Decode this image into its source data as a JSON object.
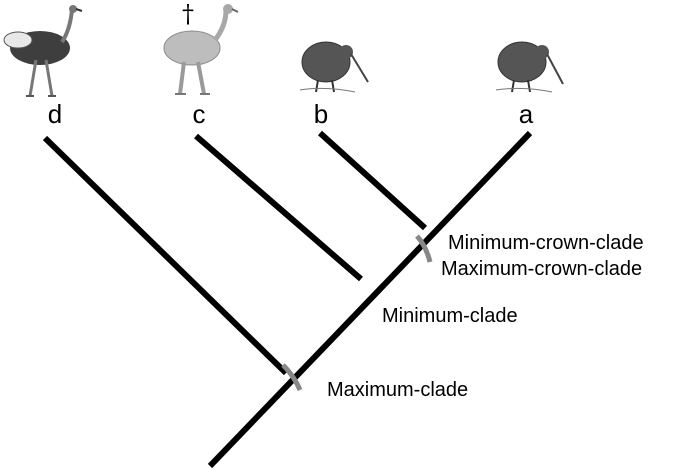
{
  "taxa": [
    {
      "id": "d",
      "label": "d",
      "animal": "ostrich",
      "extinct": false
    },
    {
      "id": "c",
      "label": "c",
      "animal": "moa",
      "extinct": true
    },
    {
      "id": "b",
      "label": "b",
      "animal": "kiwi",
      "extinct": false
    },
    {
      "id": "a",
      "label": "a",
      "animal": "kiwi",
      "extinct": false
    }
  ],
  "extinct_marker": "†",
  "clade_labels": {
    "min_crown": "Minimum-crown-clade",
    "max_crown": "Maximum-crown-clade",
    "min_clade": "Minimum-clade",
    "max_clade": "Maximum-clade"
  },
  "colors": {
    "branch": "#000000",
    "marker": "#888888",
    "ostrich_body": "#4a4a4a",
    "moa_body": "#bdbdbd",
    "kiwi_body": "#5a5a5a"
  },
  "icons": [
    "ostrich-icon",
    "moa-icon",
    "kiwi-icon",
    "kiwi-icon"
  ]
}
